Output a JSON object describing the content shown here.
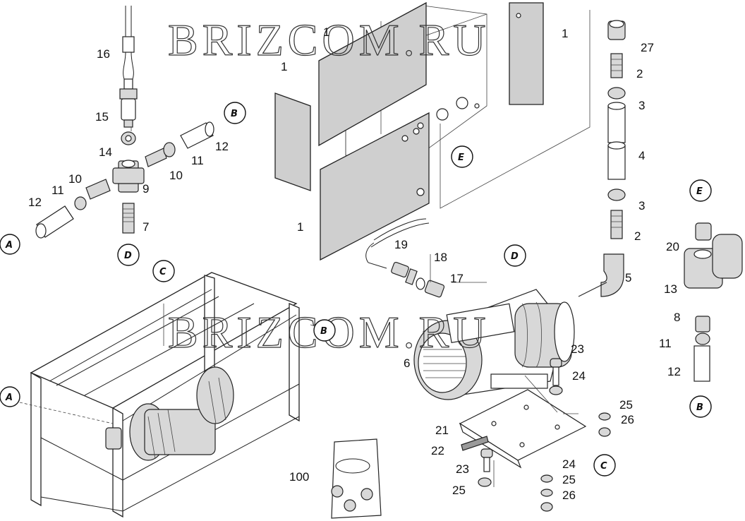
{
  "watermark": "BRIZCOM.RU",
  "connectors": {
    "A": "A",
    "B": "B",
    "C": "C",
    "D": "D",
    "E": "E"
  },
  "callouts": {
    "p1": "1",
    "p2": "2",
    "p3": "3",
    "p4": "4",
    "p5": "5",
    "p6": "6",
    "p7": "7",
    "p8": "8",
    "p9": "9",
    "p10": "10",
    "p11": "11",
    "p12": "12",
    "p13": "13",
    "p14": "14",
    "p15": "15",
    "p16": "16",
    "p17": "17",
    "p18": "18",
    "p19": "19",
    "p20": "20",
    "p21": "21",
    "p22": "22",
    "p23": "23",
    "p24": "24",
    "p25": "25",
    "p26": "26",
    "p27": "27",
    "p100": "100"
  }
}
